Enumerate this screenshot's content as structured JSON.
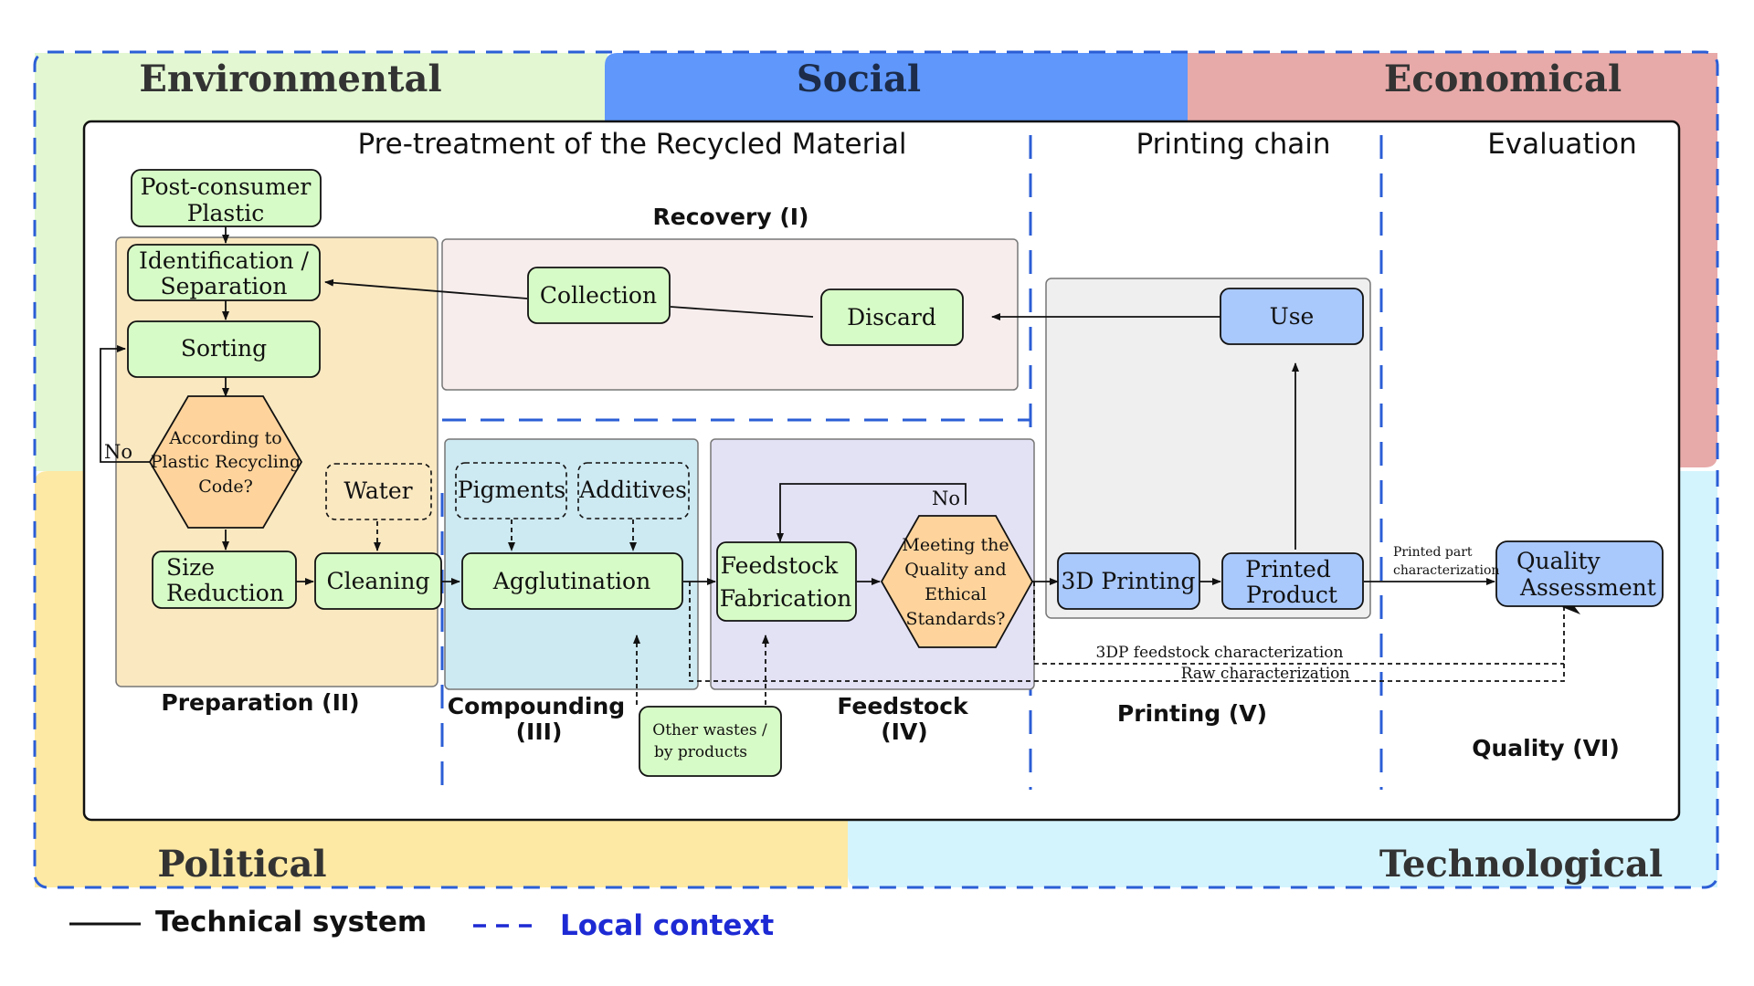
{
  "quadrants": {
    "environmental": "Environmental",
    "social": "Social",
    "economical": "Economical",
    "political": "Political",
    "technological": "Technological"
  },
  "sections": {
    "pretreatment": "Pre-treatment of the Recycled Material",
    "printing_chain": "Printing chain",
    "evaluation": "Evaluation"
  },
  "stages": {
    "recovery": "Recovery (I)",
    "preparation": "Preparation (II)",
    "compounding_1": "Compounding",
    "compounding_2": "(III)",
    "feedstock_1": "Feedstock",
    "feedstock_2": "(IV)",
    "printing": "Printing (V)",
    "quality": "Quality (VI)"
  },
  "nodes": {
    "post_consumer_1": "Post-consumer",
    "post_consumer_2": "Plastic",
    "identification_1": "Identification /",
    "identification_2": "Separation",
    "sorting": "Sorting",
    "decision_1_l1": "According to",
    "decision_1_l2": "Plastic Recycling",
    "decision_1_l3": "Code?",
    "size_reduction_1": "Size",
    "size_reduction_2": "Reduction",
    "water": "Water",
    "cleaning": "Cleaning",
    "collection": "Collection",
    "discard": "Discard",
    "use": "Use",
    "pigments": "Pigments",
    "additives": "Additives",
    "agglutination": "Agglutination",
    "feedstock_fab_1": "Feedstock",
    "feedstock_fab_2": "Fabrication",
    "decision_2_l1": "Meeting the",
    "decision_2_l2": "Quality and",
    "decision_2_l3": "Ethical",
    "decision_2_l4": "Standards?",
    "printing_3d": "3D Printing",
    "printed_product_1": "Printed",
    "printed_product_2": "Product",
    "quality_assessment_1": "Quality",
    "quality_assessment_2": "Assessment",
    "other_wastes_1": "Other wastes /",
    "other_wastes_2": "by products"
  },
  "edge_labels": {
    "no_left": "No",
    "no_top": "No",
    "printed_part_1": "Printed part",
    "printed_part_2": "characterization",
    "feedstock_char": "3DP feedstock characterization",
    "raw_char": "Raw characterization"
  },
  "legend": {
    "technical": "Technical system",
    "local": "Local context"
  },
  "colors": {
    "environmental": "#e3f8d2",
    "social": "#5f97fb",
    "economical": "#e7aaa9",
    "political": "#fde9a4",
    "technological": "#d4f4fd",
    "recovery_panel": "#f8eded",
    "preparation_panel": "#fae8c1",
    "compounding_panel": "#cde9f1",
    "feedstock_panel": "#e3e1f4",
    "printing_panel": "#efefef",
    "node_green": "#d7fbc6",
    "node_blue": "#a9c8fb",
    "node_orange": "#fed49c",
    "boundary_dash": "#2b5ed6",
    "legend_local": "#1d2ad4"
  }
}
